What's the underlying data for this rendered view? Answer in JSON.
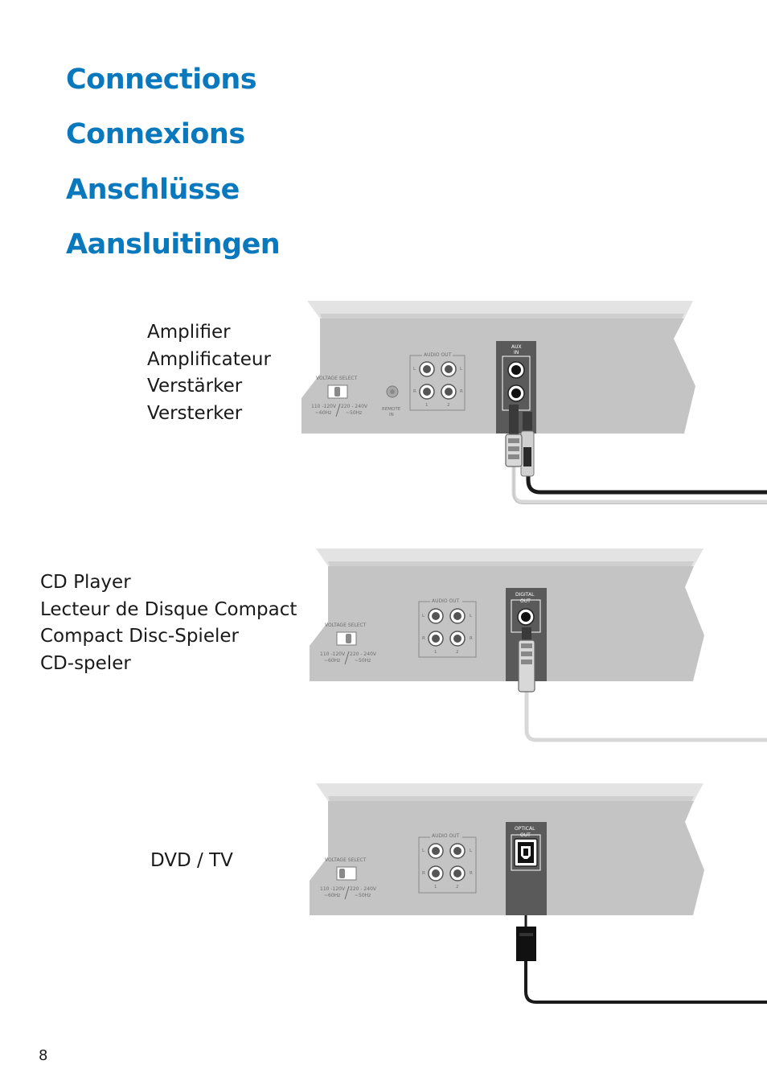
{
  "titles": [
    "Connections",
    "Connexions",
    "Anschlüsse",
    "Aansluitingen"
  ],
  "page_number": "8",
  "panel": {
    "voltage_select": "VOLTAGE SELECT",
    "v_left_1": "110 -120V",
    "v_left_2": "~60Hz",
    "v_right_1": "220 - 240V",
    "v_right_2": "~50Hz",
    "audio_out": "AUDIO OUT",
    "L": "L",
    "R": "R",
    "one": "1",
    "two": "2",
    "remote_1": "REMOTE",
    "remote_2": "IN"
  },
  "sections": [
    {
      "labels": [
        "Amplifier",
        "Amplificateur",
        "Verstärker",
        "Versterker"
      ],
      "port_line_1": "AUX",
      "port_line_2": "IN"
    },
    {
      "labels": [
        "CD Player",
        "Lecteur de Disque Compact",
        "Compact Disc-Spieler",
        "CD-speler"
      ],
      "port_line_1": "DIGITAL",
      "port_line_2": "OUT"
    },
    {
      "labels": [
        "DVD / TV"
      ],
      "port_line_1": "OPTICAL",
      "port_line_2": "OUT"
    }
  ]
}
